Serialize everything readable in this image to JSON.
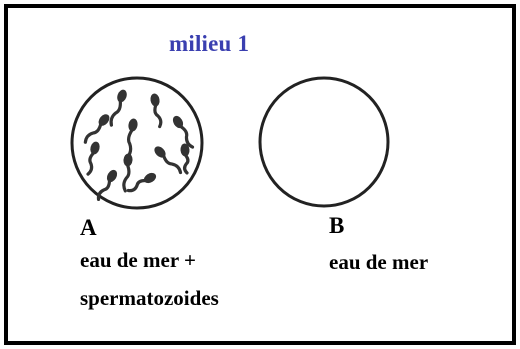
{
  "title": "milieu 1",
  "colors": {
    "title": "#3a3fb0",
    "border": "#000000",
    "sperm": "#333333"
  },
  "dishes": [
    {
      "letter": "A",
      "line1": "eau de mer +",
      "line2": "spermatozoides",
      "contents": "spermatozoides"
    },
    {
      "letter": "B",
      "line1": "eau de mer",
      "line2": "",
      "contents": "empty"
    }
  ]
}
